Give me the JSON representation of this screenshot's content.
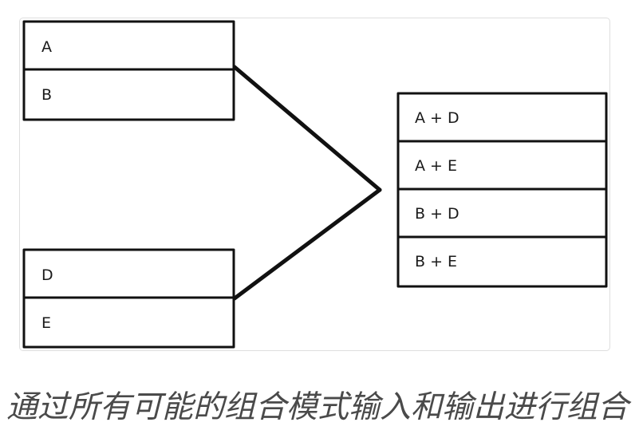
{
  "diagram": {
    "left_group_top": [
      "A",
      "B"
    ],
    "left_group_bottom": [
      "D",
      "E"
    ],
    "right_group": [
      "A + D",
      "A + E",
      "B + D",
      "B + E"
    ]
  },
  "caption": "通过所有可能的组合模式输入和输出进行组合"
}
